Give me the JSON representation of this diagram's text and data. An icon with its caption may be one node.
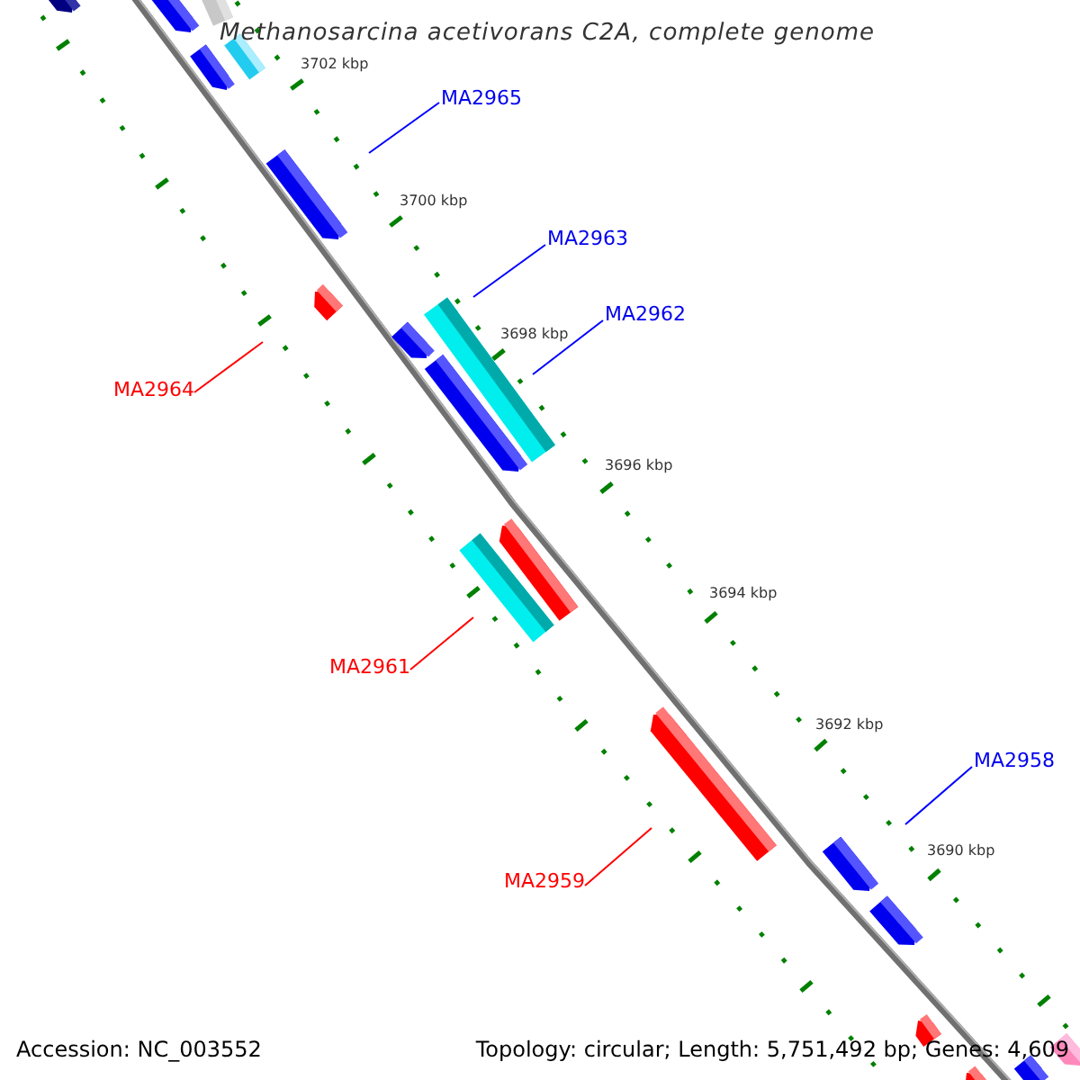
{
  "diagram": {
    "title": "Methanosarcina acetivorans C2A, complete genome",
    "nodes": [
      {
        "text": [
          "MA2965"
        ]
      },
      {
        "text": [
          "MA2964"
        ]
      },
      {
        "text": [
          "MA2963"
        ]
      },
      {
        "text": [
          "MA2962"
        ]
      },
      {
        "text": [
          "MA2961"
        ]
      },
      {
        "text": [
          "MA2959"
        ]
      },
      {
        "text": [
          "MA2958"
        ]
      }
    ],
    "edges": [
      {
        "from": 0,
        "to": null,
        "arrow": "none"
      },
      {
        "from": 1,
        "to": null,
        "arrow": "none",
        "color": "#ff0000"
      },
      {
        "from": 2,
        "to": null,
        "arrow": "none"
      },
      {
        "from": 3,
        "to": null,
        "arrow": "none"
      },
      {
        "from": 4,
        "to": null,
        "arrow": "none",
        "color": "#ff0000"
      },
      {
        "from": 5,
        "to": null,
        "arrow": "none",
        "color": "#ff0000"
      },
      {
        "from": 6,
        "to": null,
        "arrow": "none"
      }
    ],
    "labels": [
      "3702 kbp",
      "3700 kbp",
      "3698 kbp",
      "3696 kbp",
      "3694 kbp",
      "3692 kbp",
      "3690 kbp",
      "Accession: NC_003552",
      "Topology: circular; Length: 5,751,492 bp; Genes: 4,609"
    ]
  }
}
